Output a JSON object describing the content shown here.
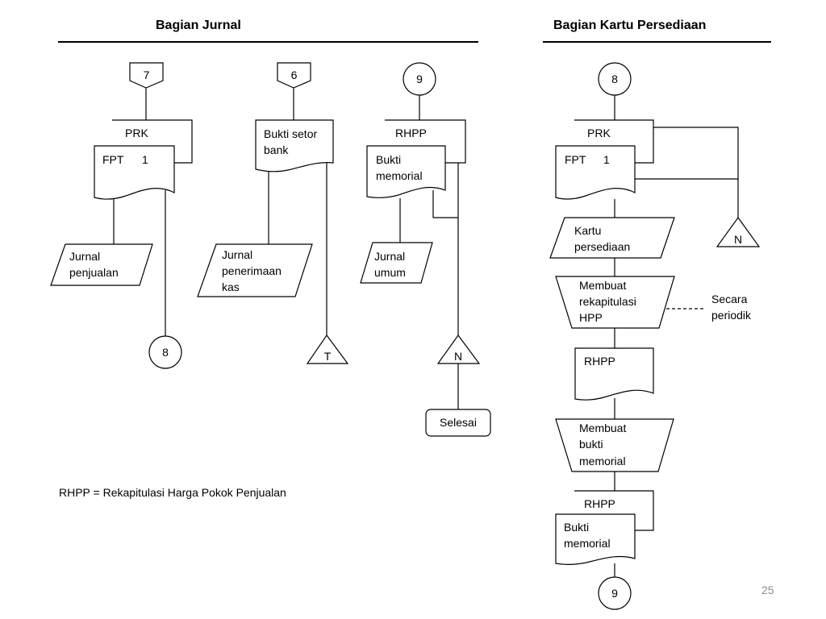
{
  "headers": {
    "left": "Bagian Jurnal",
    "right": "Bagian Kartu Persediaan"
  },
  "connectors": {
    "c7": "7",
    "c6": "6",
    "c9_top": "9",
    "c8_top": "8",
    "c8_bottom": "8",
    "cT": "T",
    "cN_mid": "N",
    "cN_right": "N",
    "c9_bottom": "9"
  },
  "docs": {
    "prk": "PRK",
    "fpt": "FPT",
    "fpt_num": "1",
    "bukti_setor": [
      "Bukti setor",
      "bank"
    ],
    "rhpp": "RHPP",
    "bukti_memorial": [
      "Bukti",
      "memorial"
    ],
    "prk2": "PRK",
    "fpt2": "FPT",
    "fpt2_num": "1",
    "rhpp2": "RHPP",
    "rhpp3": "RHPP",
    "bukti_memorial2": [
      "Bukti",
      "memorial"
    ]
  },
  "io": {
    "jurnal_penjualan": [
      "Jurnal",
      "penjualan"
    ],
    "jurnal_penerimaan": [
      "Jurnal",
      "penerimaan",
      "kas"
    ],
    "jurnal_umum": [
      "Jurnal",
      "umum"
    ],
    "kartu_persediaan": [
      "Kartu",
      "persediaan"
    ]
  },
  "process": {
    "rekap": [
      "Membuat",
      "rekapitulasi",
      "HPP"
    ],
    "bukti": [
      "Membuat",
      "bukti",
      "memorial"
    ]
  },
  "terminal": "Selesai",
  "annotation": [
    "Secara",
    "periodik"
  ],
  "legend": "RHPP = Rekapitulasi Harga Pokok Penjualan",
  "page_number": "25"
}
